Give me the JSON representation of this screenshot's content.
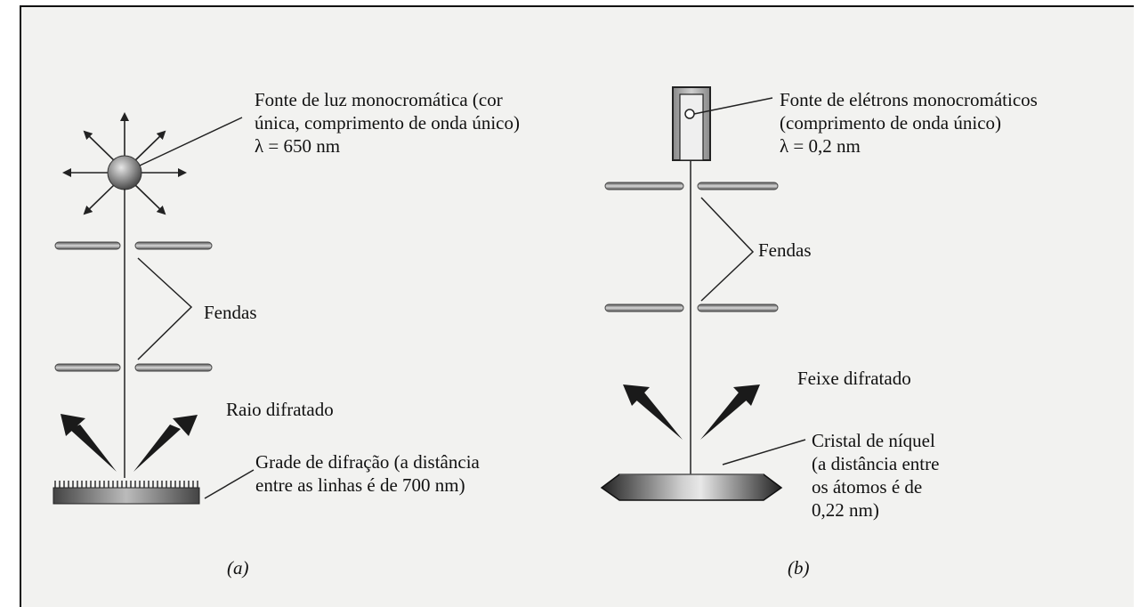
{
  "panel_a": {
    "source_label": "Fonte de luz monocromática (cor\núnica, comprimento de onda único)\nλ = 650 nm",
    "slits_label": "Fendas",
    "diffracted_label": "Raio difratado",
    "grating_label": "Grade de difração (a distância\nentre as linhas é de 700 nm)",
    "caption": "(a)"
  },
  "panel_b": {
    "source_label": "Fonte de elétrons monocromáticos\n(comprimento de onda único)\nλ = 0,2 nm",
    "slits_label": "Fendas",
    "diffracted_label": "Feixe difratado",
    "crystal_label": "Cristal de níquel\n(a distância entre\nos átomos é de\n0,22 nm)",
    "caption": "(b)"
  }
}
